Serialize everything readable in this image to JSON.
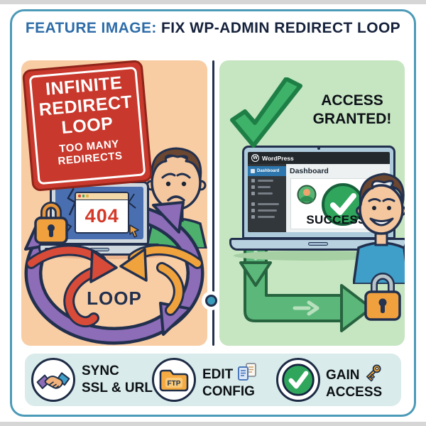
{
  "header": {
    "prefix": "FEATURE IMAGE:",
    "title": "FIX WP-ADMIN REDIRECT LOOP"
  },
  "left_panel": {
    "sign": {
      "line1": "INFINITE",
      "line2": "REDIRECT",
      "line3": "LOOP",
      "sub1": "TOO MANY",
      "sub2": "REDIRECTS"
    },
    "laptop": {
      "error_code": "404"
    },
    "loop_label": "LOOP"
  },
  "right_panel": {
    "status": {
      "line1": "ACCESS",
      "line2": "GRANTED!"
    },
    "wp": {
      "logo_letter": "W",
      "brand": "WordPress",
      "menu_active": "Dashboard",
      "heading": "Dashboard",
      "success": "SUCCESS!"
    }
  },
  "footer": {
    "steps": [
      {
        "icon": "handshake-icon",
        "line1": "SYNC",
        "line2": "SSL & URL"
      },
      {
        "icon": "ftp-folder-icon",
        "line1": "EDIT",
        "line2": "CONFIG",
        "folder_label": "FTP"
      },
      {
        "icon": "check-circle-icon",
        "line1": "GAIN",
        "line2": "ACCESS"
      }
    ]
  },
  "colors": {
    "frame": "#4b9ab8",
    "hdr-blue": "#2d6ca8",
    "hdr-dark": "#16223c",
    "ink": "#22304e",
    "left-bg": "#f8cda4",
    "right-bg": "#c6e5c1",
    "footer-bg": "#d9ebea",
    "sign-red": "#c8382c",
    "purple": "#8d6cb8",
    "arrow-red": "#d84b38",
    "arrow-orange": "#f0a23c",
    "green": "#3fb269",
    "green-dark": "#1e7f46",
    "screen-blue": "#4a6fb0",
    "gold": "#f0a03c",
    "err-red": "#d43a2a",
    "wp-dark": "#23282d",
    "wp-side": "#32373c",
    "wp-blue": "#2e77ae",
    "shirt-green": "#4db06c",
    "shirt-blue": "#3f9fc9",
    "skin": "#f4c79e",
    "hair": "#6b4630"
  }
}
